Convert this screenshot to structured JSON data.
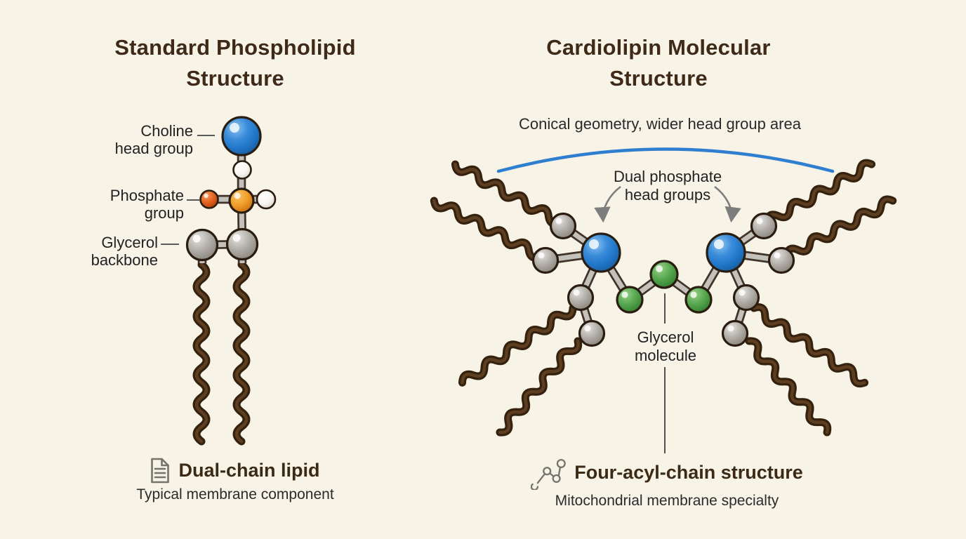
{
  "page": {
    "background": "#f8f3e7"
  },
  "left_panel": {
    "title": "Standard Phospholipid Structure",
    "labels": {
      "choline": "Choline head group",
      "phosphate": "Phosphate group",
      "glycerol": "Glycerol backbone"
    },
    "caption": {
      "icon": "document-icon",
      "heading": "Dual-chain lipid",
      "subheading": "Typical membrane component"
    }
  },
  "right_panel": {
    "title": "Cardiolipin Molecular Structure",
    "top_annotation": "Conical geometry, wider head group area",
    "phosphate_label": "Dual phosphate head groups",
    "glycerol_label": "Glycerol molecule",
    "caption": {
      "icon": "molecule-chain-icon",
      "heading": "Four-acyl-chain structure",
      "subheading": "Mitochondrial membrane specialty"
    }
  },
  "colors": {
    "background": "#f8f3e7",
    "title_text": "#3e2a17",
    "body_text": "#222222",
    "choline_blue": "#2b7fd0",
    "phosphate_orange": "#ef9426",
    "oxygen_red_orange": "#e05a1e",
    "carbon_gray": "#a8a39d",
    "glycerol_green": "#4ea04a",
    "hydrogen_white": "#f7f5f1",
    "acyl_chain_brown": "#34210e",
    "conical_arc_blue": "#2e7fd0",
    "annotation_gray": "#7d7d7d"
  }
}
